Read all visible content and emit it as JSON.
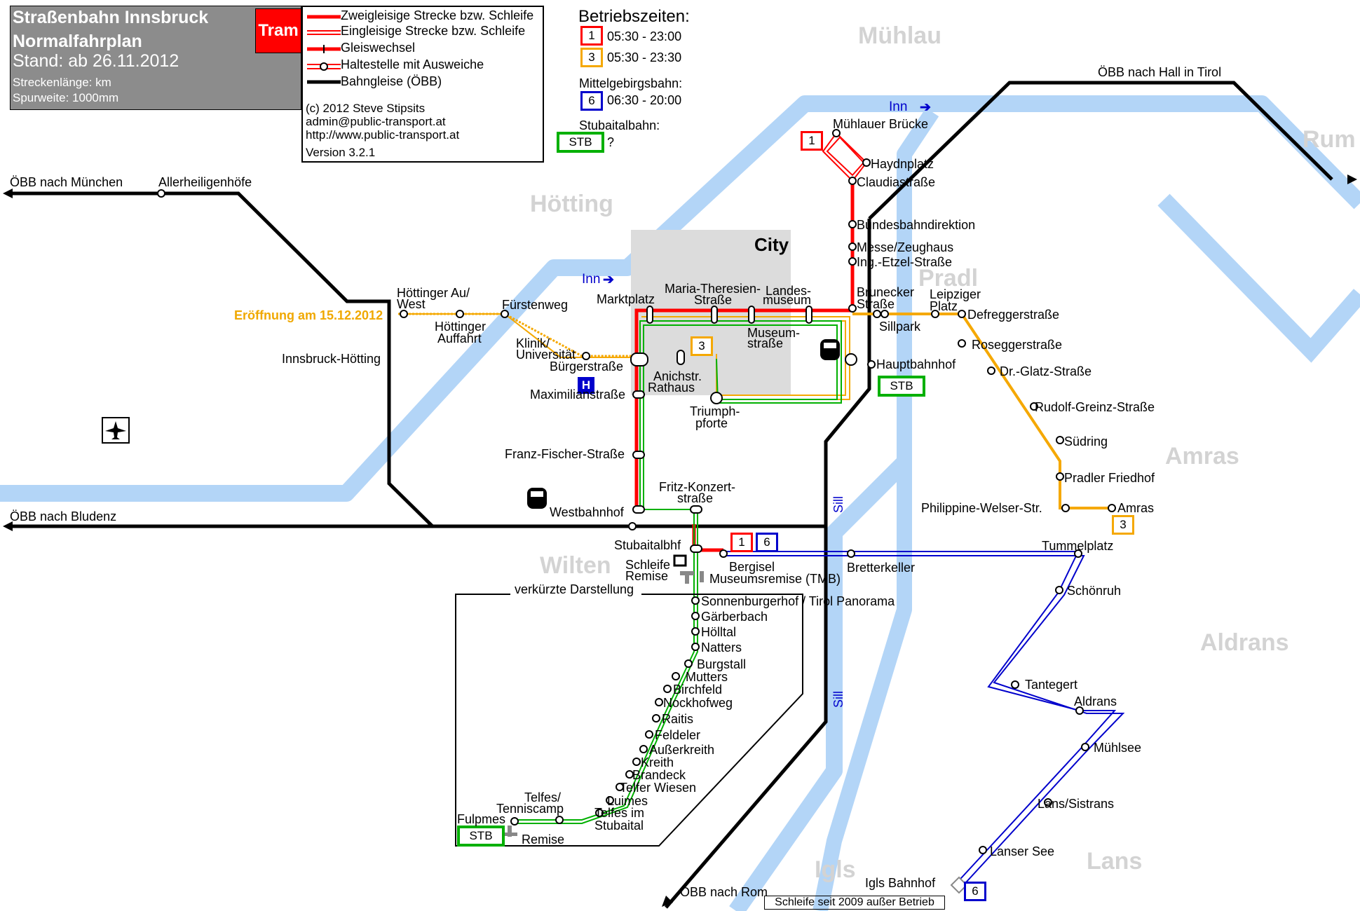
{
  "header": {
    "title": "Straßenbahn Innsbruck",
    "subtitle": "Normalfahrplan",
    "stand": "Stand: ab 26.11.2012",
    "length": "Streckenlänge: km",
    "gauge": "Spurweite: 1000mm",
    "tram": "Tram"
  },
  "legend": {
    "double": "Zweigleisige Strecke bzw. Schleife",
    "single": "Eingleisige Strecke bzw. Schleife",
    "switch": "Gleiswechsel",
    "stop": "Haltestelle mit Ausweiche",
    "rail": "Bahngleise (ÖBB)",
    "copyright": "(c) 2012 Steve Stipsits",
    "email": "admin@public-transport.at",
    "url": "http://www.public-transport.at",
    "version": "Version 3.2.1"
  },
  "hours": {
    "title": "Betriebszeiten:",
    "line1_num": "1",
    "line1_time": "05:30 - 23:00",
    "line3_num": "3",
    "line3_time": "05:30 - 23:30",
    "mgb_title": "Mittelgebirgsbahn:",
    "line6_num": "6",
    "line6_time": "06:30 - 20:00",
    "stb_title": "Stubaitalbahn:",
    "stb_label": "STB",
    "stb_time": "?"
  },
  "districts": {
    "muehlau": "Mühlau",
    "hoetting": "Hötting",
    "pradl": "Pradl",
    "amras": "Amras",
    "aldrans": "Aldrans",
    "wilten": "Wilten",
    "igls": "Igls",
    "lans": "Lans",
    "rum": "Rum"
  },
  "city": "City",
  "inn1": "Inn",
  "inn2": "Inn",
  "sill1": "Sill",
  "sill2": "Sill",
  "colors": {
    "red": "#ff0000",
    "orange": "#f5a800",
    "green": "#00b000",
    "blue": "#0000cc",
    "river": "#b3d5f7",
    "city": "#dcdcdc"
  },
  "rail_labels": {
    "muenchen": "ÖBB nach München",
    "bludenz": "ÖBB nach Bludenz",
    "hall": "ÖBB nach Hall in Tirol",
    "rom": "ÖBB nach Rom",
    "allerheiligen": "Allerheiligenhöfe",
    "hoetting_stn": "Innsbruck-Hötting"
  },
  "opening": "Eröffnung am 15.12.2012",
  "line3_badges": [
    "3",
    "3"
  ],
  "line1_badges": [
    "1",
    "1"
  ],
  "line6_badges": [
    "6",
    "6"
  ],
  "stb_badges": [
    "STB",
    "STB"
  ],
  "hbf_stb": "STB",
  "stops": {
    "muehlauer_bruecke": "Mühlauer Brücke",
    "haydnplatz": "Haydnplatz",
    "claudiastrasse": "Claudiastraße",
    "bundesbahndirektion": "Bundesbahndirektion",
    "messe": "Messe/Zeughaus",
    "ing_etzel": "Ing.-Etzel-Straße",
    "brunecker_1": "Brunecker",
    "brunecker_2": "Straße",
    "sillpark": "Sillpark",
    "leipziger_1": "Leipziger",
    "leipziger_2": "Platz",
    "defregger": "Defreggerstraße",
    "rosegger": "Roseggerstraße",
    "glatz": "Dr.-Glatz-Straße",
    "greinz": "Rudolf-Greinz-Straße",
    "suedring": "Südring",
    "pradler_friedhof": "Pradler Friedhof",
    "welser": "Philippine-Welser-Str.",
    "amras": "Amras",
    "hauptbahnhof": "Hauptbahnhof",
    "marktplatz": "Marktplatz",
    "maria_1": "Maria-Theresien-",
    "maria_2": "Straße",
    "landes_1": "Landes-",
    "landes_2": "museum",
    "museum_1": "Museum-",
    "museum_2": "straße",
    "anichstr_1": "Anichstr.",
    "anichstr_2": "Rathaus",
    "triumph_1": "Triumph-",
    "triumph_2": "pforte",
    "hoettinger_au_1": "Höttinger Au/",
    "hoettinger_au_2": "West",
    "hoettinger_auffahrt_1": "Höttinger",
    "hoettinger_auffahrt_2": "Auffahrt",
    "fuerstenweg": "Fürstenweg",
    "klinik_1": "Klinik/",
    "klinik_2": "Universität",
    "buergerstrasse": "Bürgerstraße",
    "hospital": "H",
    "maximilian": "Maximilianstraße",
    "franz_fischer": "Franz-Fischer-Straße",
    "westbahnhof": "Westbahnhof",
    "fritz_1": "Fritz-Konzert-",
    "fritz_2": "straße",
    "stubaitalbhf": "Stubaitalbhf",
    "schleife": "Schleife",
    "remise": "Remise",
    "bergisel": "Bergisel",
    "museumsremise": "Museumsremise (TMB)",
    "bretterkeller": "Bretterkeller",
    "tummelplatz": "Tummelplatz",
    "schoenruh": "Schönruh",
    "tantegert": "Tantegert",
    "aldrans": "Aldrans",
    "muehlsee": "Mühlsee",
    "lans_sistrans": "Lans/Sistrans",
    "lanser_see": "Lanser See",
    "igls_bhf": "Igls Bahnhof",
    "verkuerzt": "verkürzte Darstellung",
    "sonnenburgerhof": "Sonnenburgerhof / Tirol Panorama",
    "gaerberbach": "Gärberbach",
    "hoelltal": "Hölltal",
    "natters": "Natters",
    "burgstall": "Burgstall",
    "mutters": "Mutters",
    "birchfeld": "Birchfeld",
    "nockhofweg": "Nockhofweg",
    "raitis": "Raitis",
    "feldeler": "Feldeler",
    "ausserkreith": "Außerkreith",
    "kreith": "Kreith",
    "brandeck": "Brandeck",
    "telfer_wiesen": "Telfer Wiesen",
    "luimes": "Luimes",
    "telfes_1": "Telfes im",
    "telfes_2": "Stubaital",
    "tenniscamp_1": "Telfes/",
    "tenniscamp_2": "Tenniscamp",
    "fulpmes": "Fulpmes",
    "stb_remise": "Remise"
  },
  "schleife_note": "Schleife seit 2009 außer Betrieb"
}
